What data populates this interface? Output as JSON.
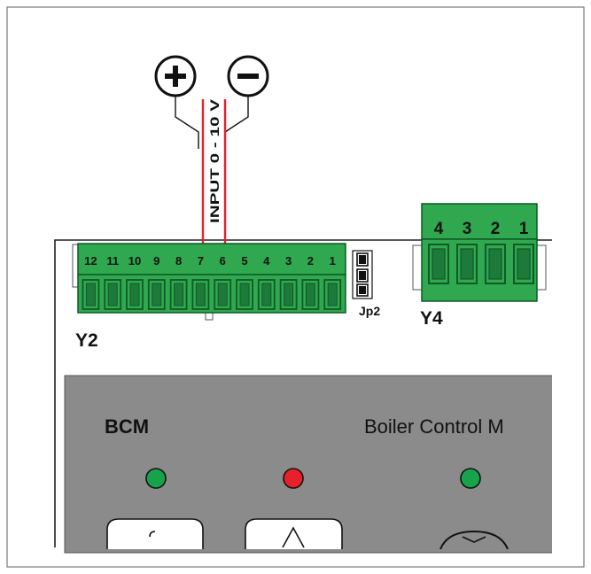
{
  "polarity": {
    "positive": "+",
    "negative": "−"
  },
  "wire_label": "INPUT 0 - 10 V",
  "connector_y2": {
    "name": "Y2",
    "terminals": [
      "12",
      "11",
      "10",
      "9",
      "8",
      "7",
      "6",
      "5",
      "4",
      "3",
      "2",
      "1"
    ]
  },
  "jumper": {
    "name": "Jp2"
  },
  "connector_y4": {
    "name": "Y4",
    "terminals": [
      "4",
      "3",
      "2",
      "1"
    ]
  },
  "panel": {
    "left_title": "BCM",
    "right_title": "Boiler Control M",
    "leds": [
      {
        "name": "led-left",
        "color": "#17a34a"
      },
      {
        "name": "led-middle",
        "color": "#e8202a"
      },
      {
        "name": "led-right",
        "color": "#17a34a"
      }
    ]
  },
  "colors": {
    "connector_green": "#2fa84f",
    "connector_dark": "#0f5a26",
    "wire_red": "#e8202a",
    "panel_gray": "#8b8b8b"
  }
}
